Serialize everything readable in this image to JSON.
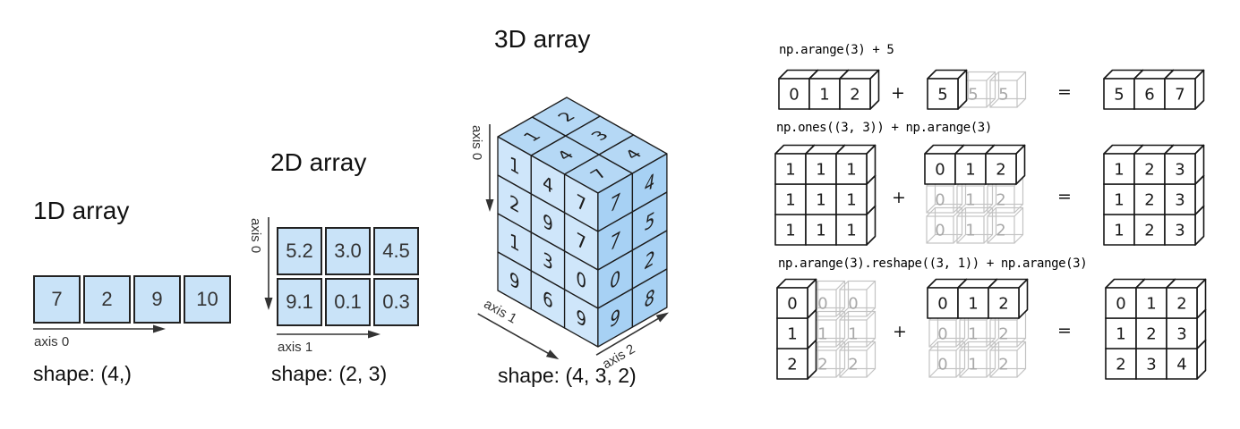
{
  "colors": {
    "cell_fill": "#c9e3f8",
    "cell_border": "#222222",
    "face_left": "#cfe6fa",
    "face_top": "#b5d8f5",
    "face_right": "#a7d1f4",
    "cube_stroke": "#1c1c1c",
    "cube_text": "#1f1f1f",
    "arrow": "#333333",
    "solid_stroke": "#161616",
    "ghost_stroke": "#c3c3c3",
    "solid_text": "#1a1a1a",
    "ghost_text": "#a8a8a8"
  },
  "array1d": {
    "title": "1D array",
    "values": [
      "7",
      "2",
      "9",
      "10"
    ],
    "axis0": "axis 0",
    "shape": "shape: (4,)"
  },
  "array2d": {
    "title": "2D array",
    "rows": [
      [
        "5.2",
        "3.0",
        "4.5"
      ],
      [
        "9.1",
        "0.1",
        "0.3"
      ]
    ],
    "axis0": "axis 0",
    "axis1": "axis 1",
    "shape": "shape: (2, 3)"
  },
  "array3d": {
    "title": "3D array",
    "left_face": [
      [
        1,
        4,
        7
      ],
      [
        2,
        9,
        7
      ],
      [
        1,
        3,
        0
      ],
      [
        9,
        6,
        9
      ]
    ],
    "right_face": [
      [
        7,
        4
      ],
      [
        7,
        5
      ],
      [
        0,
        2
      ],
      [
        9,
        8
      ]
    ],
    "top_face": [
      [
        1,
        2
      ],
      [
        4,
        3
      ],
      [
        7,
        4
      ]
    ],
    "axis0": "axis 0",
    "axis1": "axis 1",
    "axis2": "axis 2",
    "shape": "shape: (4, 3, 2)"
  },
  "broadcast": {
    "plus": "+",
    "equals": "=",
    "rows": [
      {
        "label": "np.arange(3) + 5",
        "a": {
          "values": [
            [
              0,
              1,
              2
            ]
          ],
          "solid": [
            [
              1,
              1,
              1
            ]
          ]
        },
        "b": {
          "values": [
            [
              5,
              5,
              5
            ]
          ],
          "solid": [
            [
              1,
              0,
              0
            ]
          ]
        },
        "c": {
          "values": [
            [
              5,
              6,
              7
            ]
          ],
          "solid": [
            [
              1,
              1,
              1
            ]
          ]
        }
      },
      {
        "label": "np.ones((3, 3)) + np.arange(3)",
        "a": {
          "values": [
            [
              1,
              1,
              1
            ],
            [
              1,
              1,
              1
            ],
            [
              1,
              1,
              1
            ]
          ],
          "solid": [
            [
              1,
              1,
              1
            ],
            [
              1,
              1,
              1
            ],
            [
              1,
              1,
              1
            ]
          ]
        },
        "b": {
          "values": [
            [
              0,
              1,
              2
            ],
            [
              0,
              1,
              2
            ],
            [
              0,
              1,
              2
            ]
          ],
          "solid": [
            [
              1,
              1,
              1
            ],
            [
              0,
              0,
              0
            ],
            [
              0,
              0,
              0
            ]
          ]
        },
        "c": {
          "values": [
            [
              1,
              2,
              3
            ],
            [
              1,
              2,
              3
            ],
            [
              1,
              2,
              3
            ]
          ],
          "solid": [
            [
              1,
              1,
              1
            ],
            [
              1,
              1,
              1
            ],
            [
              1,
              1,
              1
            ]
          ]
        }
      },
      {
        "label": "np.arange(3).reshape((3, 1)) + np.arange(3)",
        "a": {
          "values": [
            [
              0,
              0,
              0
            ],
            [
              1,
              1,
              1
            ],
            [
              2,
              2,
              2
            ]
          ],
          "solid": [
            [
              1,
              0,
              0
            ],
            [
              1,
              0,
              0
            ],
            [
              1,
              0,
              0
            ]
          ]
        },
        "b": {
          "values": [
            [
              0,
              1,
              2
            ],
            [
              0,
              1,
              2
            ],
            [
              0,
              1,
              2
            ]
          ],
          "solid": [
            [
              1,
              1,
              1
            ],
            [
              0,
              0,
              0
            ],
            [
              0,
              0,
              0
            ]
          ]
        },
        "c": {
          "values": [
            [
              0,
              1,
              2
            ],
            [
              1,
              2,
              3
            ],
            [
              2,
              3,
              4
            ]
          ],
          "solid": [
            [
              1,
              1,
              1
            ],
            [
              1,
              1,
              1
            ],
            [
              1,
              1,
              1
            ]
          ]
        }
      }
    ]
  }
}
